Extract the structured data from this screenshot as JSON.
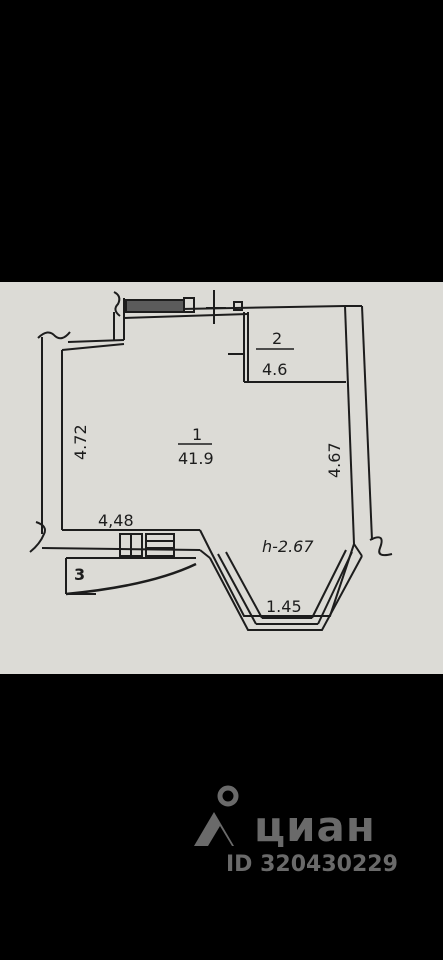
{
  "plan": {
    "rooms": [
      {
        "number": "1",
        "area": "41.9"
      },
      {
        "number": "2",
        "area": "4.6"
      },
      {
        "number": "3"
      }
    ],
    "dimensions": {
      "left_wall": "4.72",
      "right_wall": "4.67",
      "bottom_left": "4,48",
      "bay_window": "1.45"
    },
    "ceiling_height": "h-2.67"
  },
  "watermark": {
    "brand": "циан",
    "id_text": "ID 320430229",
    "color": "#6a6a6a"
  },
  "colors": {
    "background": "#000000",
    "paper": "#dcdbd6",
    "ink": "#1d1d1d"
  }
}
